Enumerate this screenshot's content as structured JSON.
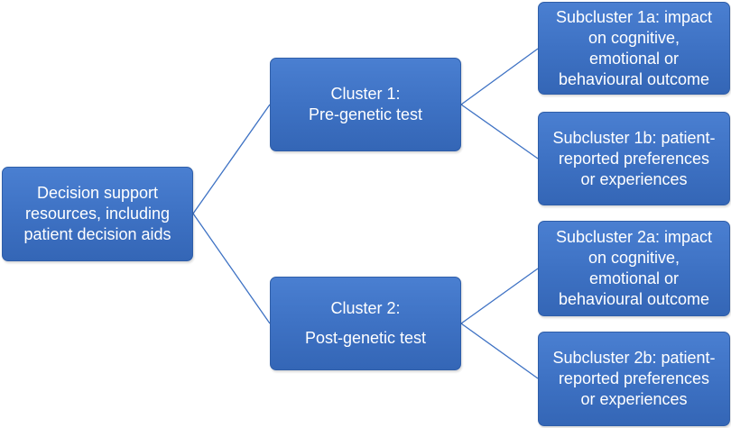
{
  "colors": {
    "node_fill": "#3e72c4",
    "node_border": "#2f5ea8",
    "connector": "#3e72c4",
    "text": "#ffffff"
  },
  "root": {
    "lines": [
      "Decision support",
      "resources, including",
      "patient decision aids"
    ]
  },
  "clusters": [
    {
      "lines": [
        "Cluster 1:",
        "Pre-genetic test"
      ],
      "subclusters": [
        {
          "lines": [
            "Subcluster 1a: impact",
            "on cognitive,",
            "emotional or",
            "behavioural outcome"
          ]
        },
        {
          "lines": [
            "Subcluster 1b: patient-",
            "reported preferences",
            "or experiences"
          ]
        }
      ]
    },
    {
      "lines": [
        "Cluster 2:",
        "Post-genetic test"
      ],
      "subclusters": [
        {
          "lines": [
            "Subcluster 2a: impact",
            "on cognitive,",
            "emotional or",
            "behavioural outcome"
          ]
        },
        {
          "lines": [
            "Subcluster 2b: patient-",
            "reported preferences",
            "or experiences"
          ]
        }
      ]
    }
  ]
}
